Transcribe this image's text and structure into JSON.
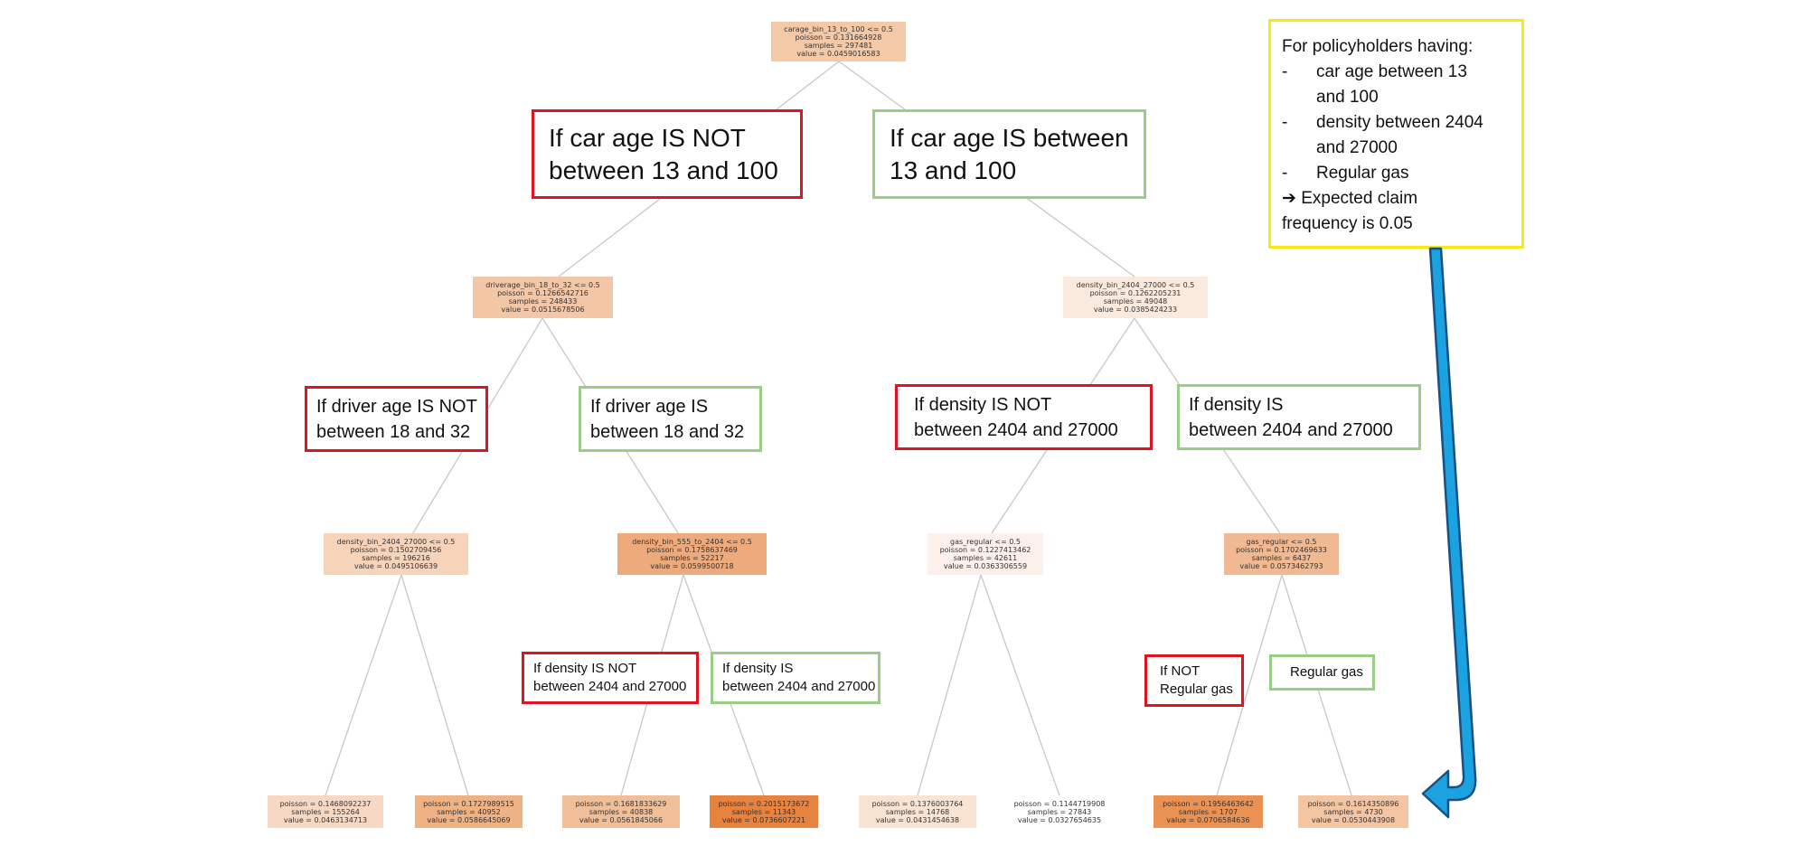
{
  "colors": {
    "red_border": "#e0141e",
    "green_border": "#9acd86",
    "note_border": "#f5ea14",
    "arrow": "#1aa3e0",
    "edge": "#c8c8c8"
  },
  "nodes": {
    "root": {
      "lines": [
        "carage_bin_13_to_100 <= 0.5",
        "poisson = 0.131664928",
        "samples = 297481",
        "value = 0.0459016583"
      ],
      "fill": "#f4c9a8"
    },
    "n1": {
      "lines": [
        "driverage_bin_18_to_32 <= 0.5",
        "poisson = 0.1266542716",
        "samples = 248433",
        "value = 0.0515678506"
      ],
      "fill": "#f3c7a5"
    },
    "n2": {
      "lines": [
        "density_bin_2404_27000 <= 0.5",
        "poisson = 0.1262205231",
        "samples = 49048",
        "value = 0.0385424233"
      ],
      "fill": "#faeade"
    },
    "n3": {
      "lines": [
        "density_bin_2404_27000 <= 0.5",
        "poisson = 0.1502709456",
        "samples = 196216",
        "value = 0.0495106639"
      ],
      "fill": "#f6d3b9"
    },
    "n4": {
      "lines": [
        "density_bin_555_to_2404 <= 0.5",
        "poisson = 0.1758637469",
        "samples = 52217",
        "value = 0.0599500718"
      ],
      "fill": "#eeaa7a"
    },
    "n5": {
      "lines": [
        "gas_regular <= 0.5",
        "poisson = 0.1227413462",
        "samples = 42611",
        "value = 0.0363306559"
      ],
      "fill": "#fcf1ea"
    },
    "n6": {
      "lines": [
        "gas_regular <= 0.5",
        "poisson = 0.1702469633",
        "samples = 6437",
        "value = 0.0573462793"
      ],
      "fill": "#f1b991"
    },
    "l1": {
      "lines": [
        "poisson = 0.1468092237",
        "samples = 155264",
        "value = 0.0463134713"
      ],
      "fill": "#f7d9c3"
    },
    "l2": {
      "lines": [
        "poisson = 0.1727989515",
        "samples = 40952",
        "value = 0.0586645069"
      ],
      "fill": "#efb285"
    },
    "l3": {
      "lines": [
        "poisson = 0.1681833629",
        "samples = 40838",
        "value = 0.0561845066"
      ],
      "fill": "#f1be9a"
    },
    "l4": {
      "lines": [
        "poisson = 0.2015173672",
        "samples = 11343",
        "value = 0.0736607221"
      ],
      "fill": "#e8823f"
    },
    "l5": {
      "lines": [
        "poisson = 0.1376003764",
        "samples = 14768",
        "value = 0.0431454638"
      ],
      "fill": "#f9e3d3"
    },
    "l6": {
      "lines": [
        "poisson = 0.1144719908",
        "samples = 27843",
        "value = 0.0327654635"
      ],
      "fill": "#ffffff"
    },
    "l7": {
      "lines": [
        "poisson = 0.1956463642",
        "samples = 1707",
        "value = 0.0706584636"
      ],
      "fill": "#ea9254"
    },
    "l8": {
      "lines": [
        "poisson = 0.1614350896",
        "samples = 4730",
        "value = 0.0530443908"
      ],
      "fill": "#f3c5a3"
    }
  },
  "labels": {
    "car_not": {
      "lines": [
        "If car age IS NOT",
        "between 13 and 100"
      ]
    },
    "car_yes": {
      "lines": [
        "If car age IS between",
        "13 and 100"
      ]
    },
    "driver_not": {
      "lines": [
        "If driver age IS NOT",
        "between 18 and 32"
      ]
    },
    "driver_yes": {
      "lines": [
        "If driver age IS",
        "between 18 and 32"
      ]
    },
    "density_not": {
      "lines": [
        "If density IS NOT",
        "between 2404 and 27000"
      ]
    },
    "density_yes": {
      "lines": [
        "If density IS",
        "between 2404 and 27000"
      ]
    },
    "density_not_2": {
      "lines": [
        "If density IS NOT",
        "between 2404 and 27000"
      ]
    },
    "density_yes_2": {
      "lines": [
        "If density IS",
        "between 2404 and 27000"
      ]
    },
    "gas_not": {
      "lines": [
        "If  NOT",
        "Regular gas"
      ]
    },
    "gas_yes": {
      "lines": [
        "Regular gas"
      ]
    }
  },
  "note": {
    "title": "For policyholders having:",
    "bullets": [
      {
        "dash": "-",
        "lines": [
          "car age between 13",
          "and 100"
        ]
      },
      {
        "dash": "-",
        "lines": [
          "density between 2404",
          "and 27000"
        ]
      },
      {
        "dash": "-",
        "lines": [
          "Regular gas"
        ]
      }
    ],
    "conclusion": [
      "➔ Expected claim",
      "frequency is 0.05"
    ]
  }
}
